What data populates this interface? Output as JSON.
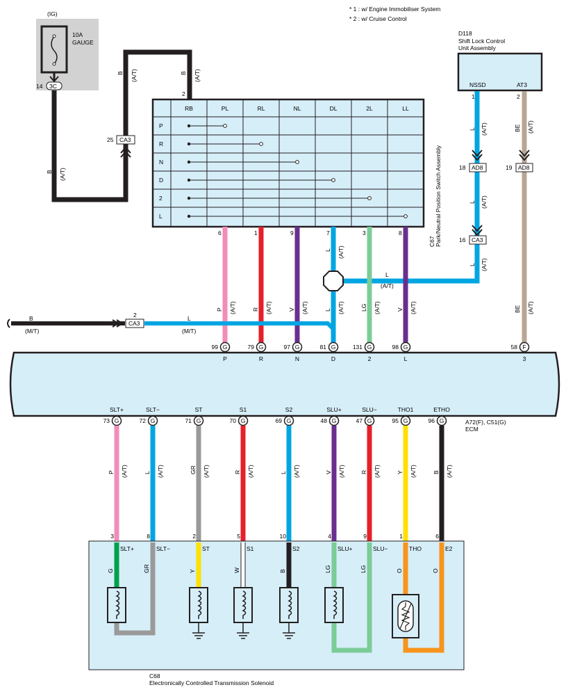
{
  "notes": {
    "note1": "* 1 : w/ Engine Immobiliser System",
    "note2": "* 2 : w/ Cruise Control"
  },
  "fuse": {
    "ig_label": "(IG)",
    "rating": "10A",
    "name": "GAUGE",
    "pin": "14",
    "connector": "3C"
  },
  "connectors": {
    "ca3_top_pin": "25",
    "ca3": "CA3",
    "ca3_left_pin": "2",
    "ad8": "AD8",
    "ad8_left_pin": "18",
    "ad8_right_pin": "19",
    "ca3_right_pin": "16"
  },
  "switch": {
    "id": "C67",
    "name": "Park/Neutral Position Switch Assembly",
    "top_pin": "2",
    "columns": [
      "RB",
      "PL",
      "RL",
      "NL",
      "DL",
      "2L",
      "LL"
    ],
    "rows": [
      "P",
      "R",
      "N",
      "D",
      "2",
      "L"
    ],
    "bottom_pins": [
      "6",
      "1",
      "9",
      "7",
      "3",
      "8"
    ]
  },
  "shift_lock": {
    "id": "D118",
    "name_line1": "Shift Lock Control",
    "name_line2": "Unit Assembly",
    "pin_nssd": "NSSD",
    "pin_at3": "AT3",
    "pin1": "1",
    "pin2": "2"
  },
  "wire_codes": {
    "B": "B",
    "L": "L",
    "P": "P",
    "R": "R",
    "V": "V",
    "LG": "LG",
    "BE": "BE",
    "GR": "GR",
    "Y": "Y",
    "G": "G",
    "W": "W",
    "O": "O",
    "at": "(A/T)",
    "mt": "(M/T)"
  },
  "ecm": {
    "id": "A72(F), C51(G)",
    "name": "ECM",
    "top_pins": [
      {
        "num": "99",
        "conn": "G",
        "label": "P"
      },
      {
        "num": "79",
        "conn": "G",
        "label": "R"
      },
      {
        "num": "97",
        "conn": "G",
        "label": "N"
      },
      {
        "num": "81",
        "conn": "G",
        "label": "D"
      },
      {
        "num": "131",
        "conn": "G",
        "label": "2"
      },
      {
        "num": "98",
        "conn": "G",
        "label": "L"
      },
      {
        "num": "58",
        "conn": "F",
        "label": "3"
      }
    ],
    "bottom_pins": [
      {
        "num": "73",
        "conn": "G",
        "label": "SLT+"
      },
      {
        "num": "72",
        "conn": "G",
        "label": "SLT−"
      },
      {
        "num": "71",
        "conn": "G",
        "label": "ST"
      },
      {
        "num": "70",
        "conn": "G",
        "label": "S1"
      },
      {
        "num": "69",
        "conn": "G",
        "label": "S2"
      },
      {
        "num": "48",
        "conn": "G",
        "label": "SLU+"
      },
      {
        "num": "47",
        "conn": "G",
        "label": "SLU−"
      },
      {
        "num": "95",
        "conn": "G",
        "label": "THO1"
      },
      {
        "num": "96",
        "conn": "G",
        "label": "ETHO"
      }
    ]
  },
  "solenoid": {
    "id": "C68",
    "name": "Electronically Controlled Transmission Solenoid",
    "pins": [
      "3",
      "8",
      "2",
      "5",
      "10",
      "4",
      "9",
      "1",
      "6"
    ],
    "labels": [
      "SLT+",
      "SLT−",
      "ST",
      "S1",
      "S2",
      "SLU+",
      "SLU−",
      "THO",
      "E2"
    ]
  },
  "colors": {
    "black": "#231f20",
    "blue": "#00a6e2",
    "pink": "#f28cb8",
    "red": "#e6202a",
    "violet": "#6a2f8e",
    "lightgreen": "#7bcc97",
    "beige": "#b8a695",
    "gray": "#9a9a9a",
    "yellow": "#ffe000",
    "green": "#00a14b",
    "orange": "#f7941d",
    "panel": "#d6eef8",
    "fusebox": "#d2d2d2"
  }
}
